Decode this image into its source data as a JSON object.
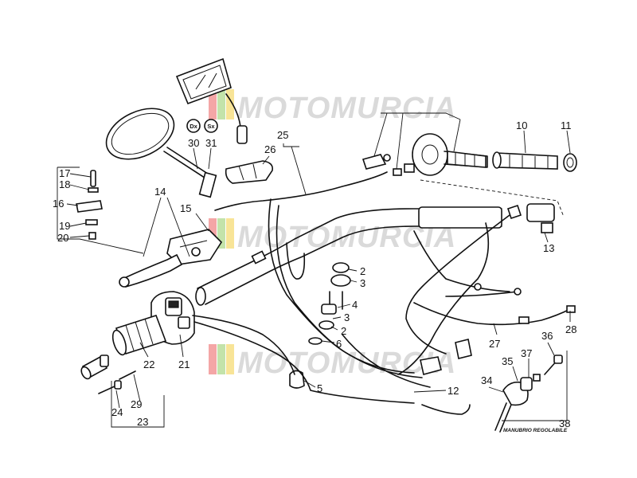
{
  "watermark": {
    "text": "MOTOMURCIA"
  },
  "badges": {
    "right_side": "Dx",
    "left_side": "Sx"
  },
  "footnote": {
    "adjustable_handlebar": "MANUBRIO REGOLABILE"
  },
  "callouts": {
    "c2a": "2",
    "c2b": "2",
    "c3a": "3",
    "c3b": "3",
    "c4": "4",
    "c5": "5",
    "c6": "6",
    "c10": "10",
    "c11": "11",
    "c12": "12",
    "c13": "13",
    "c14": "14",
    "c15": "15",
    "c16": "16",
    "c17": "17",
    "c18": "18",
    "c19": "19",
    "c20": "20",
    "c21": "21",
    "c22": "22",
    "c23": "23",
    "c24": "24",
    "c25": "25",
    "c26": "26",
    "c27": "27",
    "c28": "28",
    "c29": "29",
    "c30": "30",
    "c31": "31",
    "c34": "34",
    "c35": "35",
    "c36": "36",
    "c37": "37",
    "c38": "38"
  }
}
